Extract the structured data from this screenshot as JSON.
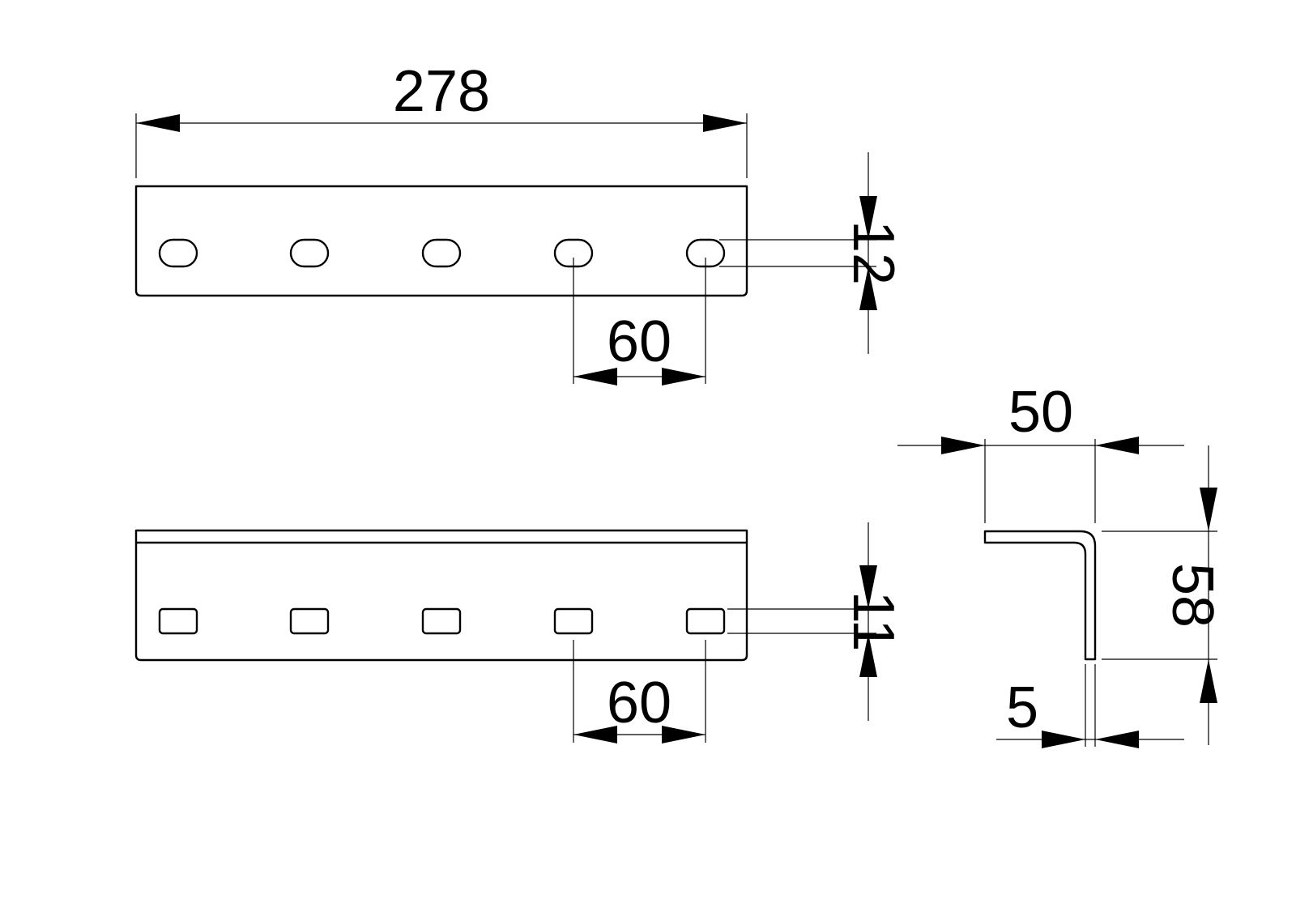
{
  "top_view": {
    "length": "278",
    "hole_height": "12",
    "hole_spacing": "60"
  },
  "front_view": {
    "slot_height": "11",
    "slot_spacing": "60"
  },
  "profile_view": {
    "flange_width": "50",
    "height": "58",
    "thickness": "5"
  }
}
